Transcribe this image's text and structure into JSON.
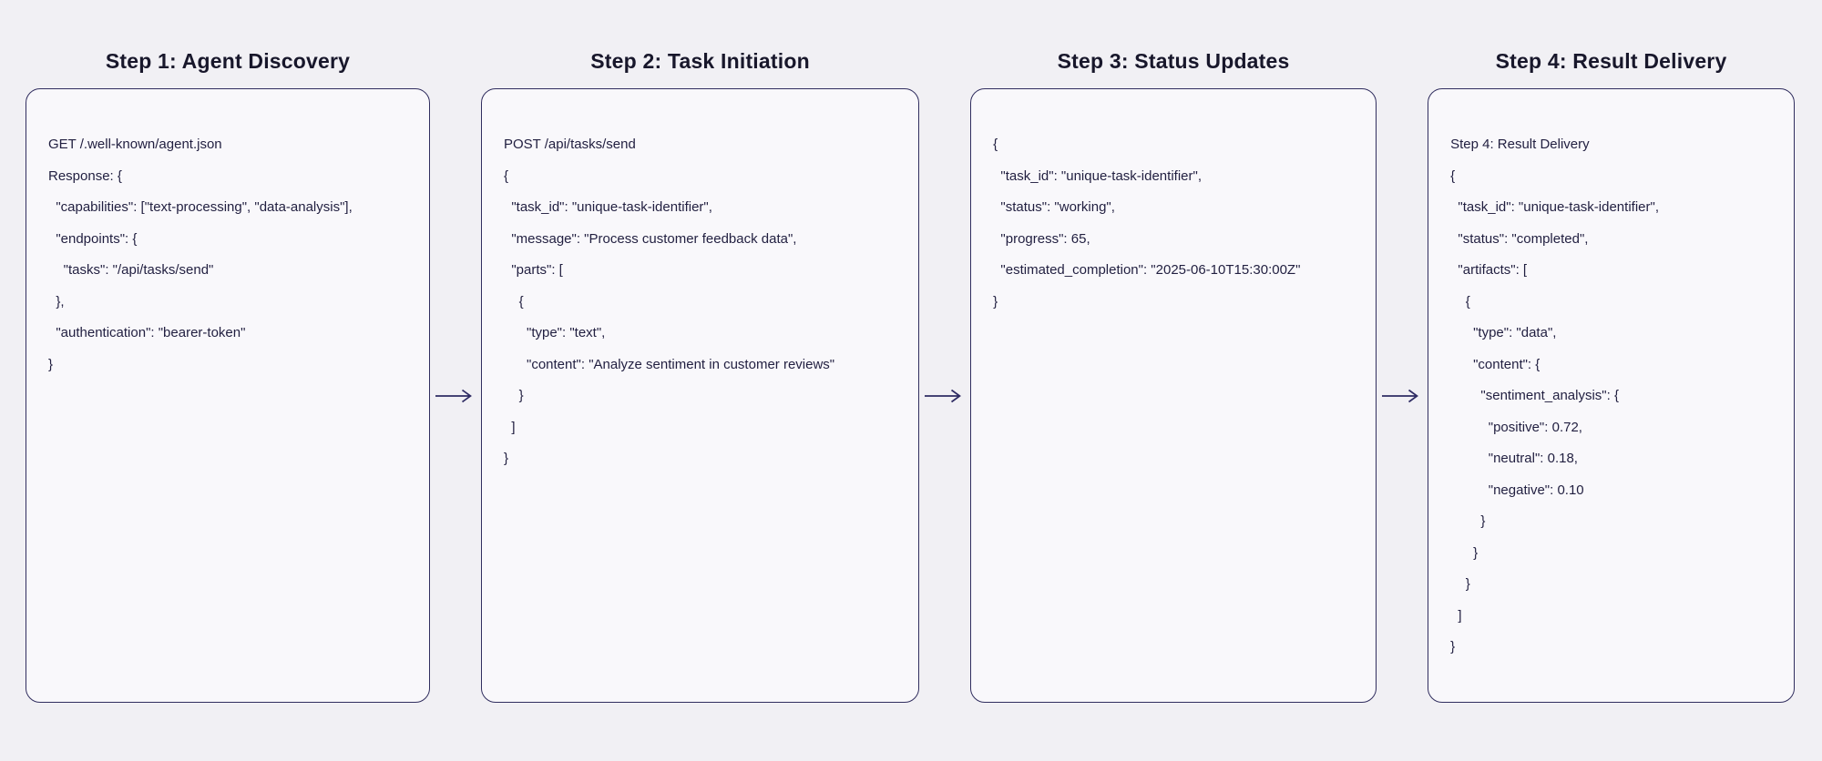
{
  "colors": {
    "background": "#f1f0f4",
    "card_background": "#f9f8fb",
    "outline": "#312e5f",
    "title_text": "#18172b",
    "code_text": "#211f40"
  },
  "steps": [
    {
      "title": "Step 1: Agent Discovery",
      "lines": [
        "GET /.well-known/agent.json",
        "Response: {",
        "  \"capabilities\": [\"text-processing\", \"data-analysis\"],",
        "  \"endpoints\": {",
        "    \"tasks\": \"/api/tasks/send\"",
        "  },",
        "  \"authentication\": \"bearer-token\"",
        "}"
      ]
    },
    {
      "title": "Step 2: Task Initiation",
      "lines": [
        "POST /api/tasks/send",
        "{",
        "  \"task_id\": \"unique-task-identifier\",",
        "  \"message\": \"Process customer feedback data\",",
        "  \"parts\": [",
        "    {",
        "      \"type\": \"text\",",
        "      \"content\": \"Analyze sentiment in customer reviews\"",
        "    }",
        "  ]",
        "}"
      ]
    },
    {
      "title": "Step 3: Status Updates",
      "lines": [
        "{",
        "  \"task_id\": \"unique-task-identifier\",",
        "  \"status\": \"working\",",
        "  \"progress\": 65,",
        "  \"estimated_completion\": \"2025-06-10T15:30:00Z\"",
        "}"
      ]
    },
    {
      "title": "Step 4: Result Delivery",
      "lines": [
        "Step 4: Result Delivery",
        "{",
        "  \"task_id\": \"unique-task-identifier\",",
        "  \"status\": \"completed\",",
        "  \"artifacts\": [",
        "    {",
        "      \"type\": \"data\",",
        "      \"content\": {",
        "        \"sentiment_analysis\": {",
        "          \"positive\": 0.72,",
        "          \"neutral\": 0.18,",
        "          \"negative\": 0.10",
        "        }",
        "      }",
        "    }",
        "  ]",
        "}"
      ]
    }
  ]
}
